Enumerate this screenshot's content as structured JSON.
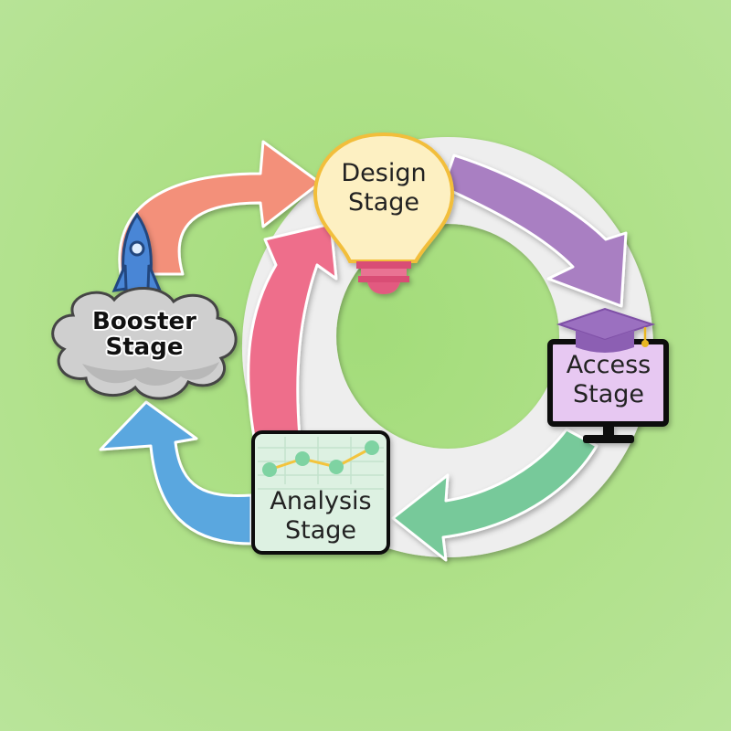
{
  "stages": {
    "design": {
      "line1": "Design",
      "line2": "Stage"
    },
    "access": {
      "line1": "Access",
      "line2": "Stage"
    },
    "analysis": {
      "line1": "Analysis",
      "line2": "Stage"
    },
    "booster": {
      "line1": "Booster",
      "line2": "Stage"
    }
  },
  "icons": {
    "design": "lightbulb-icon",
    "access": "computer-monitor-with-graduation-cap-icon",
    "analysis": "line-chart-card-icon",
    "booster": "rocket-with-cloud-icon"
  },
  "colors": {
    "background": "#b0e18a",
    "ring": "#eeeeee",
    "arrow_to_design": "#f3907a",
    "arrow_design_to_access": "#a97fc2",
    "arrow_access_to_analysis": "#77c99a",
    "arrow_analysis_to_booster": "#5aa7df",
    "arrow_analysis_to_design": "#ee6e8b"
  }
}
